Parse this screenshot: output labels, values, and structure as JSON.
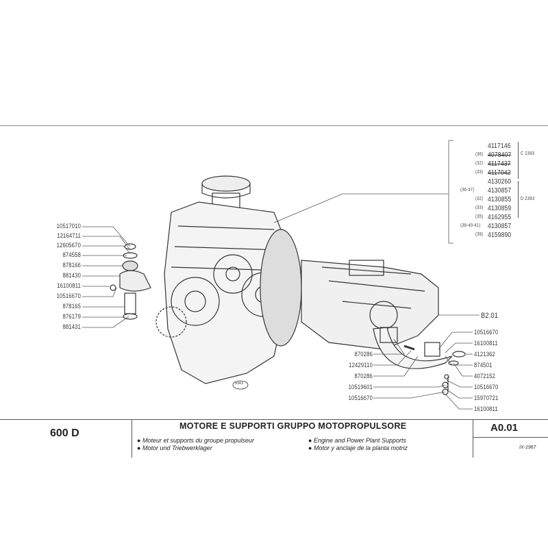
{
  "left_parts": [
    "10517010",
    "12164711",
    "12605670",
    "874558",
    "878166",
    "881430",
    "16100811",
    "10516670",
    "878165",
    "876179",
    "881431"
  ],
  "right_group": [
    {
      "ref": "",
      "num": "4117146",
      "struck": false
    },
    {
      "ref": "(36)",
      "num": "4078407",
      "struck": true
    },
    {
      "ref": "(32)",
      "num": "4117437",
      "struck": true
    },
    {
      "ref": "(33)",
      "num": "4117042",
      "struck": true
    },
    {
      "ref": "",
      "num": "4130260",
      "struck": false
    },
    {
      "ref": "(36-37)",
      "num": "4130857",
      "struck": false
    },
    {
      "ref": "(32)",
      "num": "4130855",
      "struck": false
    },
    {
      "ref": "(33)",
      "num": "4130859",
      "struck": false
    },
    {
      "ref": "(35)",
      "num": "4162955",
      "struck": false
    },
    {
      "ref": "(38-40-41)",
      "num": "4130857",
      "struck": false
    },
    {
      "ref": "(39)",
      "num": "4159890",
      "struck": false
    }
  ],
  "variant_c": "C 2393",
  "variant_d": "D 2393",
  "crossref": "B2.01",
  "mount_left_parts": [
    "870286",
    "12429110",
    "870286",
    "10519601",
    "10516670"
  ],
  "mount_right_parts": [
    "10516670",
    "16100811",
    "4121362",
    "874501",
    "4072152",
    "10516670",
    "15970721",
    "16100811"
  ],
  "figure_number": "9343",
  "footer": {
    "model": "600 D",
    "title": "MOTORE E SUPPORTI GRUPPO MOTOPROPULSORE",
    "fr": "Moteur et supports du groupe propulseur",
    "de": "Motor und Triebwerklager",
    "en": "Engine and Power Plant Supports",
    "es": "Motor y anclaje de la planta motriz",
    "code": "A0.01",
    "date": "IX-1967"
  }
}
